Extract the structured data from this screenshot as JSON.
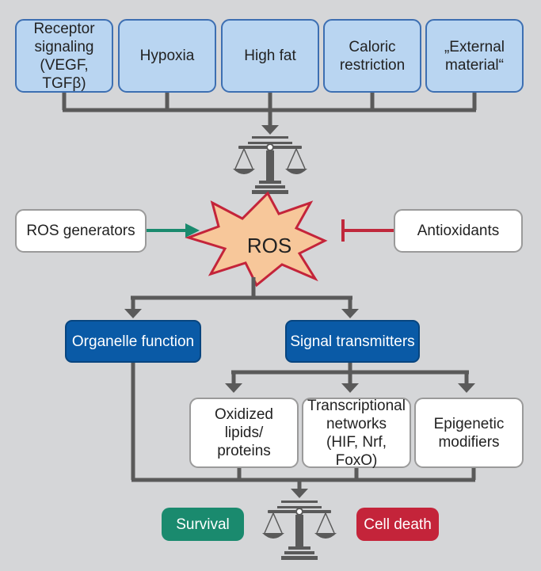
{
  "inputs": [
    {
      "label": "Receptor\nsignaling\n(VEGF, TGFβ)"
    },
    {
      "label": "Hypoxia"
    },
    {
      "label": "High fat"
    },
    {
      "label": "Caloric\nrestriction"
    },
    {
      "label": "„External\nmaterial“"
    }
  ],
  "ros_generators": "ROS generators",
  "ros": "ROS",
  "antioxidants": "Antioxidants",
  "organelle_function": "Organelle function",
  "signal_transmitters": "Signal transmitters",
  "targets": [
    {
      "label": "Oxidized\nlipids/\nproteins"
    },
    {
      "label": "Transcriptional\nnetworks\n(HIF, Nrf, FoxO)"
    },
    {
      "label": "Epigenetic\nmodifiers"
    }
  ],
  "survival": "Survival",
  "cell_death": "Cell death",
  "colors": {
    "background": "#d5d6d8",
    "input_fill": "#b9d5f1",
    "input_border": "#3d6fb2",
    "connector": "#5a5a5a",
    "activation_arrow": "#1a8a6e",
    "inhibition": "#c0283c",
    "ros_star_fill": "#f7c79a",
    "ros_star_border": "#c4243a",
    "transmitter_fill": "#0a5aa6",
    "survival": "#1a8a6e",
    "cell_death": "#c4243a"
  }
}
